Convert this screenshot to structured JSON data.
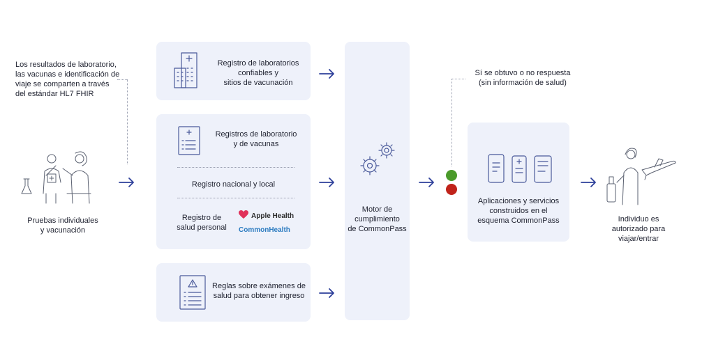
{
  "left_note": {
    "lines": [
      "Los resultados de laboratorio,",
      "las vacunas e identificación de",
      "viaje se comparten a través",
      "del estándar HL7 FHIR"
    ]
  },
  "individual": {
    "lines": [
      "Pruebas individuales",
      "y vacunación"
    ]
  },
  "lab_sites": {
    "lines": [
      "Registro de laboratorios",
      "confiables y",
      "sitios de vacunación"
    ]
  },
  "records": {
    "lab_vaccine": [
      "Registros de laboratorio",
      "y de vacunas"
    ],
    "national_local": "Registro nacional y local",
    "personal": [
      "Registro de",
      "salud personal"
    ],
    "apple_health": "Apple Health",
    "common_health": "CommonHealth"
  },
  "rules": {
    "lines": [
      "Reglas sobre exámenes de",
      "salud para obtener ingreso"
    ]
  },
  "engine": {
    "lines": [
      "Motor de",
      "cumplimiento",
      "de CommonPass"
    ]
  },
  "response_note": {
    "lines": [
      "Sí se obtuvo o no respuesta",
      "(sin información de salud)"
    ]
  },
  "apps": {
    "lines": [
      "Aplicaciones y servicios",
      "construidos en el",
      "esquema CommonPass"
    ]
  },
  "authorized": {
    "lines": [
      "Individuo es",
      "autorizado para",
      "viajar/entrar"
    ]
  },
  "colors": {
    "panel": "#eef1fa",
    "arrow": "#2d3f9a",
    "green": "#4a9a2a",
    "red": "#c0231a",
    "apple_health_heart": "#e0315a",
    "common_health": "#2b7bc0"
  }
}
